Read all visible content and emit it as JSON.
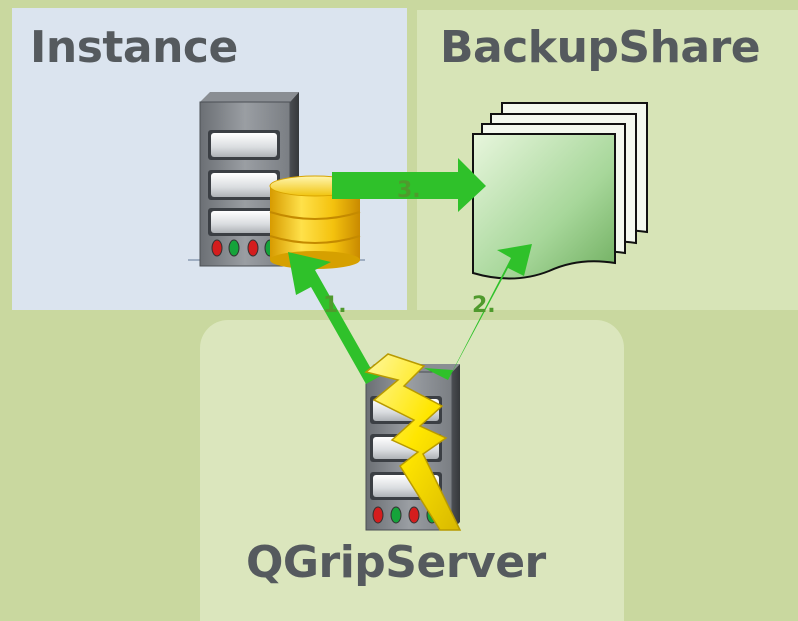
{
  "panels": {
    "instance": {
      "title": "Instance"
    },
    "backup_share": {
      "title": "BackupShare"
    },
    "qgrip_server": {
      "title": "QGripServer"
    }
  },
  "steps": [
    {
      "label": "1."
    },
    {
      "label": "2."
    },
    {
      "label": "3."
    }
  ],
  "icons": {
    "instance_server": "server-tower-icon",
    "database": "database-cylinder-icon",
    "backup_files": "document-stack-icon",
    "qgrip_server": "server-tower-icon",
    "lightning": "lightning-bolt-icon"
  },
  "colors": {
    "background": "#c9d89f",
    "instance_panel": "#dbe4ef",
    "backup_panel": "#d7e4b7",
    "qgrip_panel": "#dbe6bd",
    "title_text": "#555a5e",
    "arrow": "#2fc12a"
  }
}
